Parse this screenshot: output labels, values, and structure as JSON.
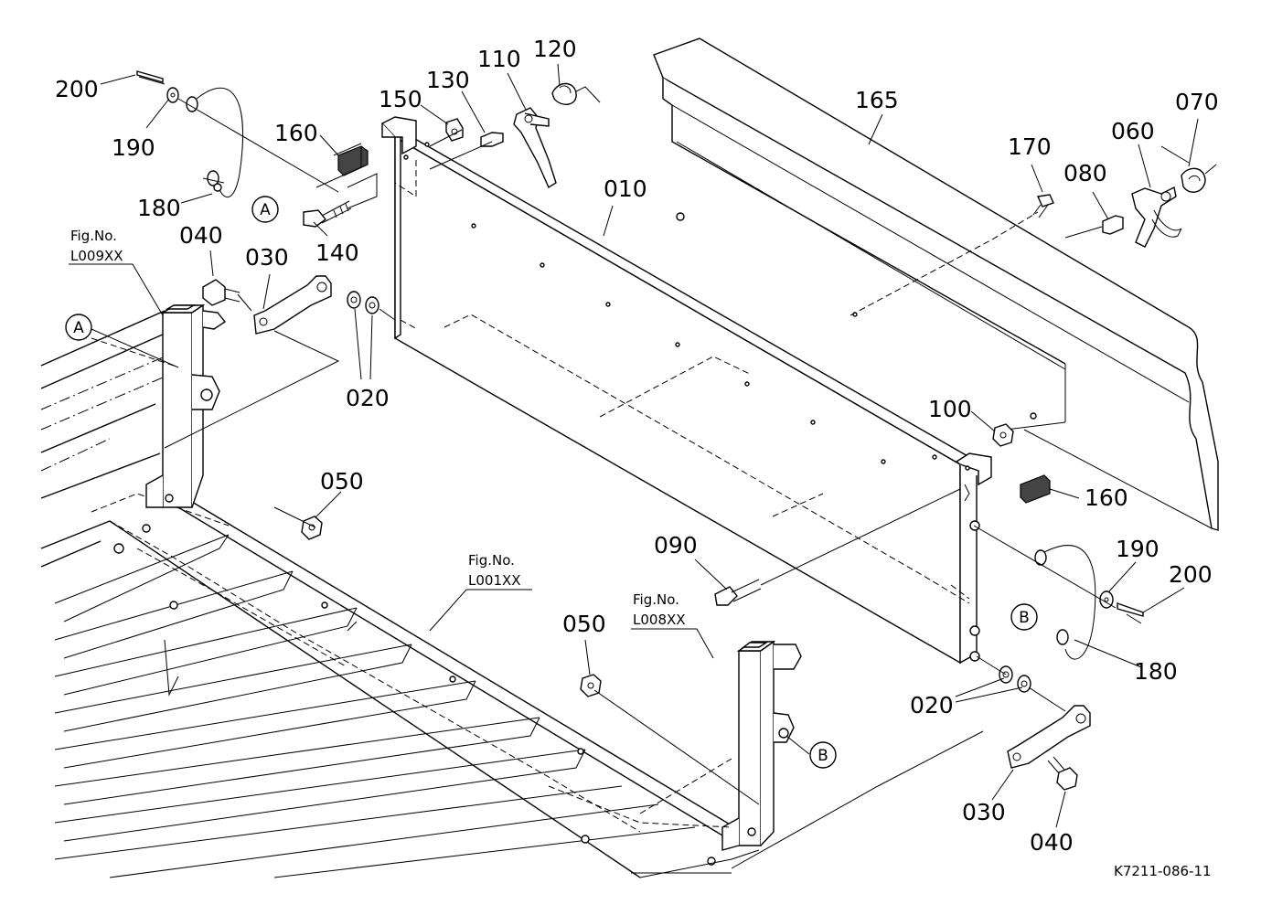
{
  "figure_code": "K7211-086-11",
  "callout_a": "A",
  "callout_b": "B",
  "fig_label": "Fig.No.",
  "fig_refs": {
    "left": "L009XX",
    "center": "L001XX",
    "right": "L008XX"
  },
  "parts": {
    "p010": "010",
    "p020": "020",
    "p030": "030",
    "p040": "040",
    "p050": "050",
    "p060": "060",
    "p070": "070",
    "p080": "080",
    "p090": "090",
    "p100": "100",
    "p110": "110",
    "p120": "120",
    "p130": "130",
    "p140": "140",
    "p150": "150",
    "p160": "160",
    "p165": "165",
    "p170": "170",
    "p180": "180",
    "p190": "190",
    "p200": "200"
  }
}
